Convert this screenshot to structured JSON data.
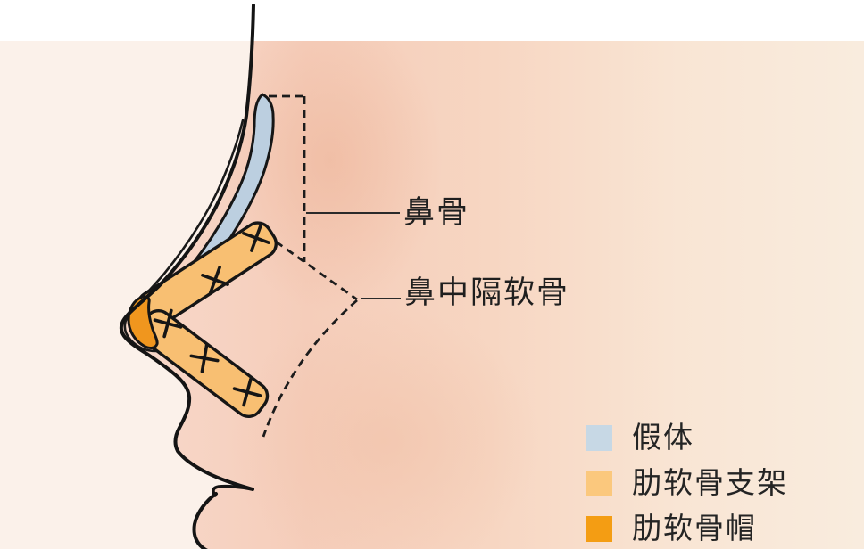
{
  "labels": {
    "nasal_bone": "鼻骨",
    "septal_cartilage": "鼻中隔软骨"
  },
  "legend": {
    "items": [
      {
        "label": "假体",
        "color": "#c7d8e5"
      },
      {
        "label": "肋软骨支架",
        "color": "#fbc87d"
      },
      {
        "label": "肋软骨帽",
        "color": "#f49d13"
      }
    ]
  },
  "anatomy": {
    "implant_fill": "#bccfe0",
    "strut_fill": "#f8bf72",
    "cap_fill": "#f0961e",
    "outline_color": "#1a1a1a",
    "suture_mark": "+",
    "suture_mark_count": 5
  },
  "background": {
    "top_band": "#ffffff",
    "page": "#fbf1ea",
    "face_base": "#f7d6c2",
    "blush": "#eeb69b",
    "right_fade": "#f9ecde"
  }
}
